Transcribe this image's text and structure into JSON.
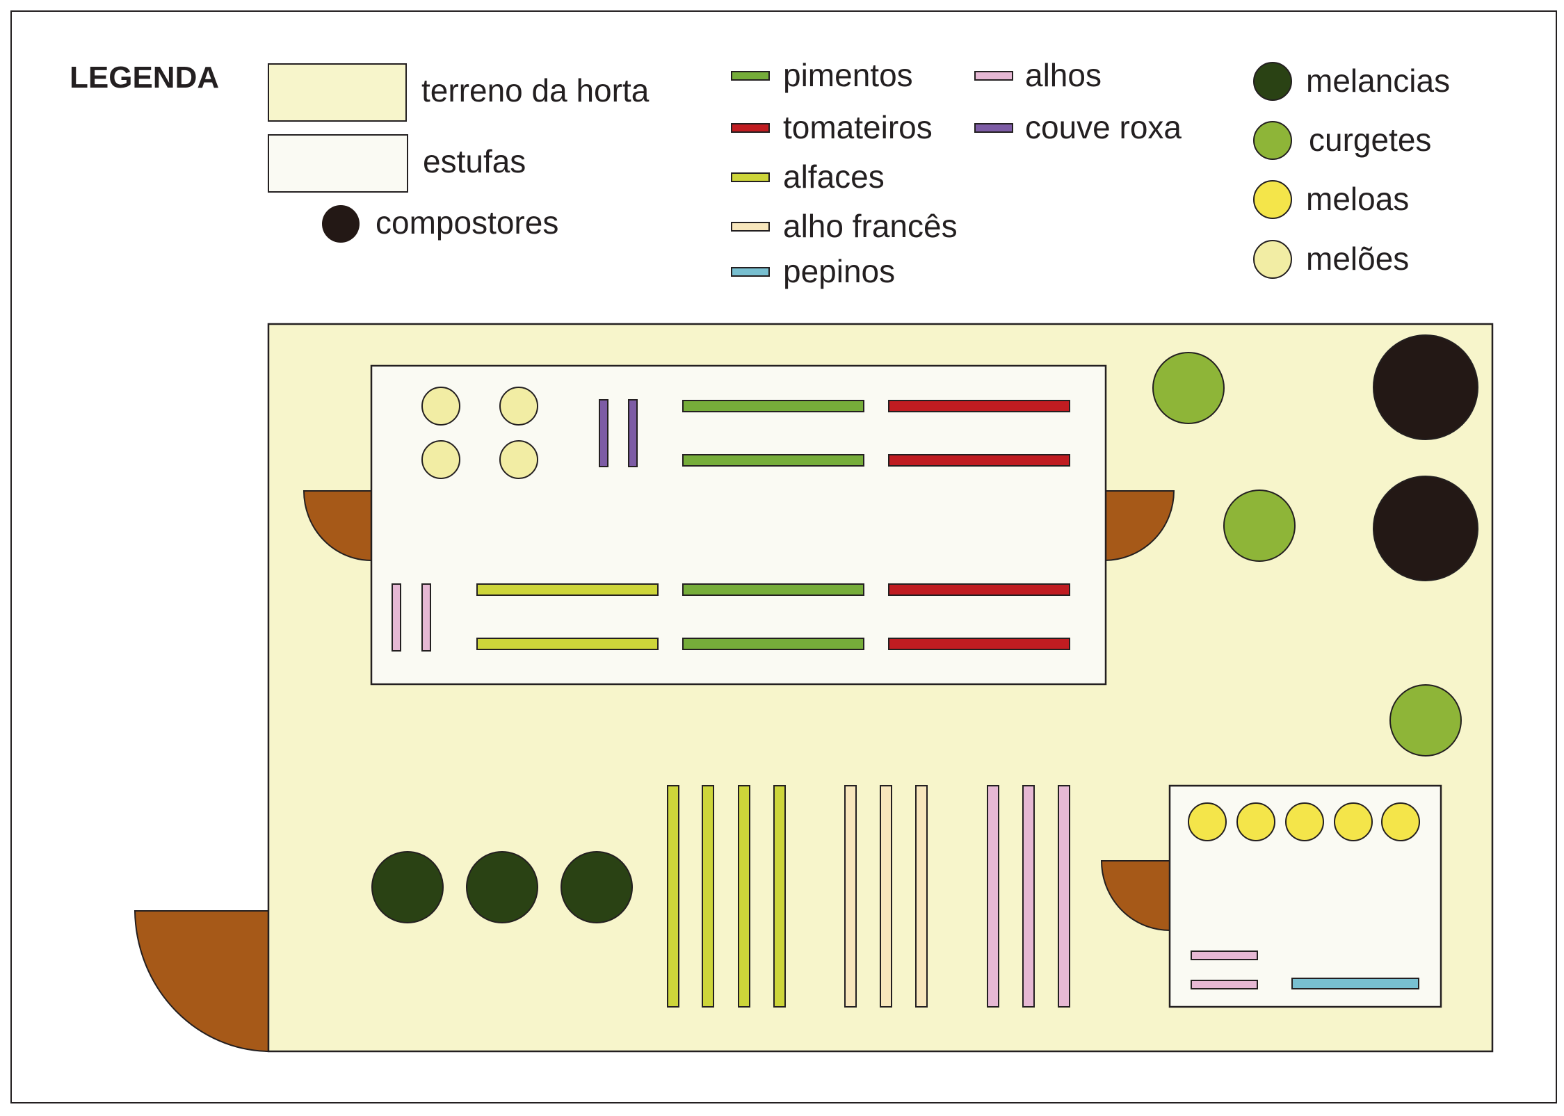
{
  "legend": {
    "title": "LEGENDA",
    "areas": [
      {
        "key": "terreno",
        "label": "terreno da horta",
        "color": "#f7f5cb"
      },
      {
        "key": "estufa",
        "label": "estufas",
        "color": "#fafaf3"
      },
      {
        "key": "compostor",
        "label": "compostores",
        "color": "#231815"
      }
    ],
    "crops_bars": [
      {
        "key": "pimentos",
        "label": "pimentos",
        "color": "#76ad3a"
      },
      {
        "key": "tomateiros",
        "label": "tomateiros",
        "color": "#c01c21"
      },
      {
        "key": "alfaces",
        "label": "alfaces",
        "color": "#cdd53a"
      },
      {
        "key": "alho_frances",
        "label": "alho francês",
        "color": "#f7e6bc"
      },
      {
        "key": "pepinos",
        "label": "pepinos",
        "color": "#78bfd0"
      },
      {
        "key": "alhos",
        "label": "alhos",
        "color": "#e6b8d4"
      },
      {
        "key": "couve_roxa",
        "label": "couve roxa",
        "color": "#7d5ca5"
      }
    ],
    "crops_circles": [
      {
        "key": "melancias",
        "label": "melancias",
        "color": "#2a4214"
      },
      {
        "key": "curgetes",
        "label": "curgetes",
        "color": "#8eb538"
      },
      {
        "key": "meloas",
        "label": "meloas",
        "color": "#f4e54a"
      },
      {
        "key": "meloes",
        "label": "melões",
        "color": "#f2eda4"
      }
    ]
  },
  "colors": {
    "outline": "#231f20",
    "door": "#a65918"
  }
}
